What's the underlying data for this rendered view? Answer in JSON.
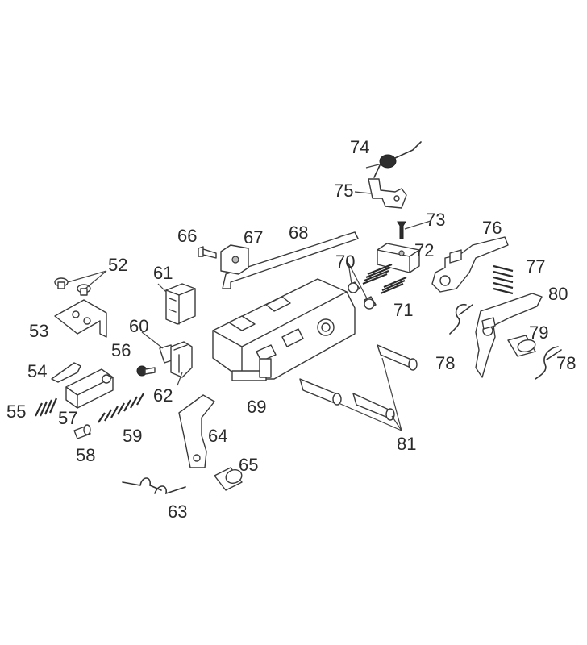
{
  "labels": {
    "p52": "52",
    "p53": "53",
    "p54": "54",
    "p55": "55",
    "p56": "56",
    "p57": "57",
    "p58": "58",
    "p59": "59",
    "p60": "60",
    "p61": "61",
    "p62": "62",
    "p63": "63",
    "p64": "64",
    "p65": "65",
    "p66": "66",
    "p67": "67",
    "p68": "68",
    "p69": "69",
    "p70": "70",
    "p71": "71",
    "p72": "72",
    "p73": "73",
    "p74": "74",
    "p75": "75",
    "p76": "76",
    "p77": "77",
    "p78a": "78",
    "p78b": "78",
    "p79": "79",
    "p80": "80",
    "p81": "81"
  }
}
